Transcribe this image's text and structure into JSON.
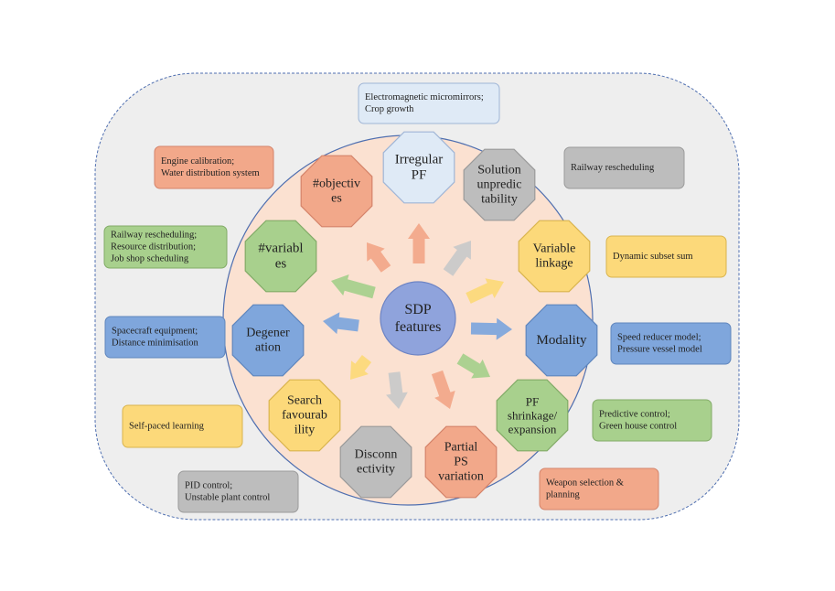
{
  "center": {
    "lines": [
      "SDP",
      "features"
    ],
    "fill": "#8fa3dc",
    "stroke": "#6d84c4"
  },
  "features": [
    {
      "id": "irregular-pf",
      "lines": [
        "Irregular",
        "PF"
      ],
      "fill": "#dfeaf6",
      "stroke": "#9fb5d6",
      "arrow": "#f2a88a"
    },
    {
      "id": "solution-unpredictability",
      "lines": [
        "Solution",
        "unpredic",
        "tability"
      ],
      "fill": "#bdbdbd",
      "stroke": "#9a9a9a",
      "arrow": "#c9c9c9"
    },
    {
      "id": "variable-linkage",
      "lines": [
        "Variable",
        "linkage"
      ],
      "fill": "#fcd97a",
      "stroke": "#d9b44e",
      "arrow": "#fcd97a"
    },
    {
      "id": "modality",
      "lines": [
        "Modality"
      ],
      "fill": "#7fa6dc",
      "stroke": "#5f86bd",
      "arrow": "#7fa6dc"
    },
    {
      "id": "pf-shrinkage-expansion",
      "lines": [
        "PF",
        "shrinkage/",
        "expansion"
      ],
      "fill": "#a8d08d",
      "stroke": "#82ab67",
      "arrow": "#a8d08d"
    },
    {
      "id": "partial-ps-variation",
      "lines": [
        "Partial",
        "PS",
        "variation"
      ],
      "fill": "#f2a88a",
      "stroke": "#d4836a",
      "arrow": "#f2a88a"
    },
    {
      "id": "disconnectivity",
      "lines": [
        "Disconn",
        "ectivity"
      ],
      "fill": "#bdbdbd",
      "stroke": "#9a9a9a",
      "arrow": "#c9c9c9"
    },
    {
      "id": "search-favourability",
      "lines": [
        "Search",
        "favourab",
        "ility"
      ],
      "fill": "#fcd97a",
      "stroke": "#d9b44e",
      "arrow": "#fcd97a"
    },
    {
      "id": "degeneration",
      "lines": [
        "Degener",
        "ation"
      ],
      "fill": "#7fa6dc",
      "stroke": "#5f86bd",
      "arrow": "#7fa6dc"
    },
    {
      "id": "num-variables",
      "lines": [
        "#variabl",
        "es"
      ],
      "fill": "#a8d08d",
      "stroke": "#82ab67",
      "arrow": "#a8d08d"
    },
    {
      "id": "num-objectives",
      "lines": [
        "#objectiv",
        "es"
      ],
      "fill": "#f2a88a",
      "stroke": "#d4836a",
      "arrow": "#f2a88a"
    }
  ],
  "applications": [
    {
      "id": "app-irregular-pf",
      "lines": [
        "Electromagnetic micromirrors;",
        "Crop growth"
      ],
      "fill": "#dfeaf6",
      "stroke": "#9fb5d6"
    },
    {
      "id": "app-solution-unpred",
      "lines": [
        "Railway rescheduling"
      ],
      "fill": "#bdbdbd",
      "stroke": "#9a9a9a"
    },
    {
      "id": "app-variable-linkage",
      "lines": [
        "Dynamic subset sum"
      ],
      "fill": "#fcd97a",
      "stroke": "#d9b44e"
    },
    {
      "id": "app-modality",
      "lines": [
        "Speed reducer model;",
        "Pressure vessel model"
      ],
      "fill": "#7fa6dc",
      "stroke": "#5f86bd"
    },
    {
      "id": "app-pf-shrinkage",
      "lines": [
        "Predictive control;",
        "Green house control"
      ],
      "fill": "#a8d08d",
      "stroke": "#82ab67"
    },
    {
      "id": "app-partial-ps",
      "lines": [
        "Weapon selection &",
        "planning"
      ],
      "fill": "#f2a88a",
      "stroke": "#d4836a"
    },
    {
      "id": "app-disconnectivity",
      "lines": [
        "PID control;",
        "Unstable plant control"
      ],
      "fill": "#bdbdbd",
      "stroke": "#9a9a9a"
    },
    {
      "id": "app-search-favour",
      "lines": [
        "Self-paced learning"
      ],
      "fill": "#fcd97a",
      "stroke": "#d9b44e"
    },
    {
      "id": "app-degeneration",
      "lines": [
        "Spacecraft equipment;",
        "Distance minimisation"
      ],
      "fill": "#7fa6dc",
      "stroke": "#5f86bd"
    },
    {
      "id": "app-num-variables",
      "lines": [
        "Railway rescheduling;",
        "Resource distribution;",
        "Job shop scheduling"
      ],
      "fill": "#a8d08d",
      "stroke": "#82ab67"
    },
    {
      "id": "app-num-objectives",
      "lines": [
        "Engine calibration;",
        " Water distribution system"
      ],
      "fill": "#f2a88a",
      "stroke": "#d4836a"
    }
  ],
  "colors": {
    "outer_background": "#eeeeee",
    "outer_border": "#4f6fb0",
    "circle_fill": "#fbe1d1",
    "circle_border": "#4f6fb0"
  }
}
